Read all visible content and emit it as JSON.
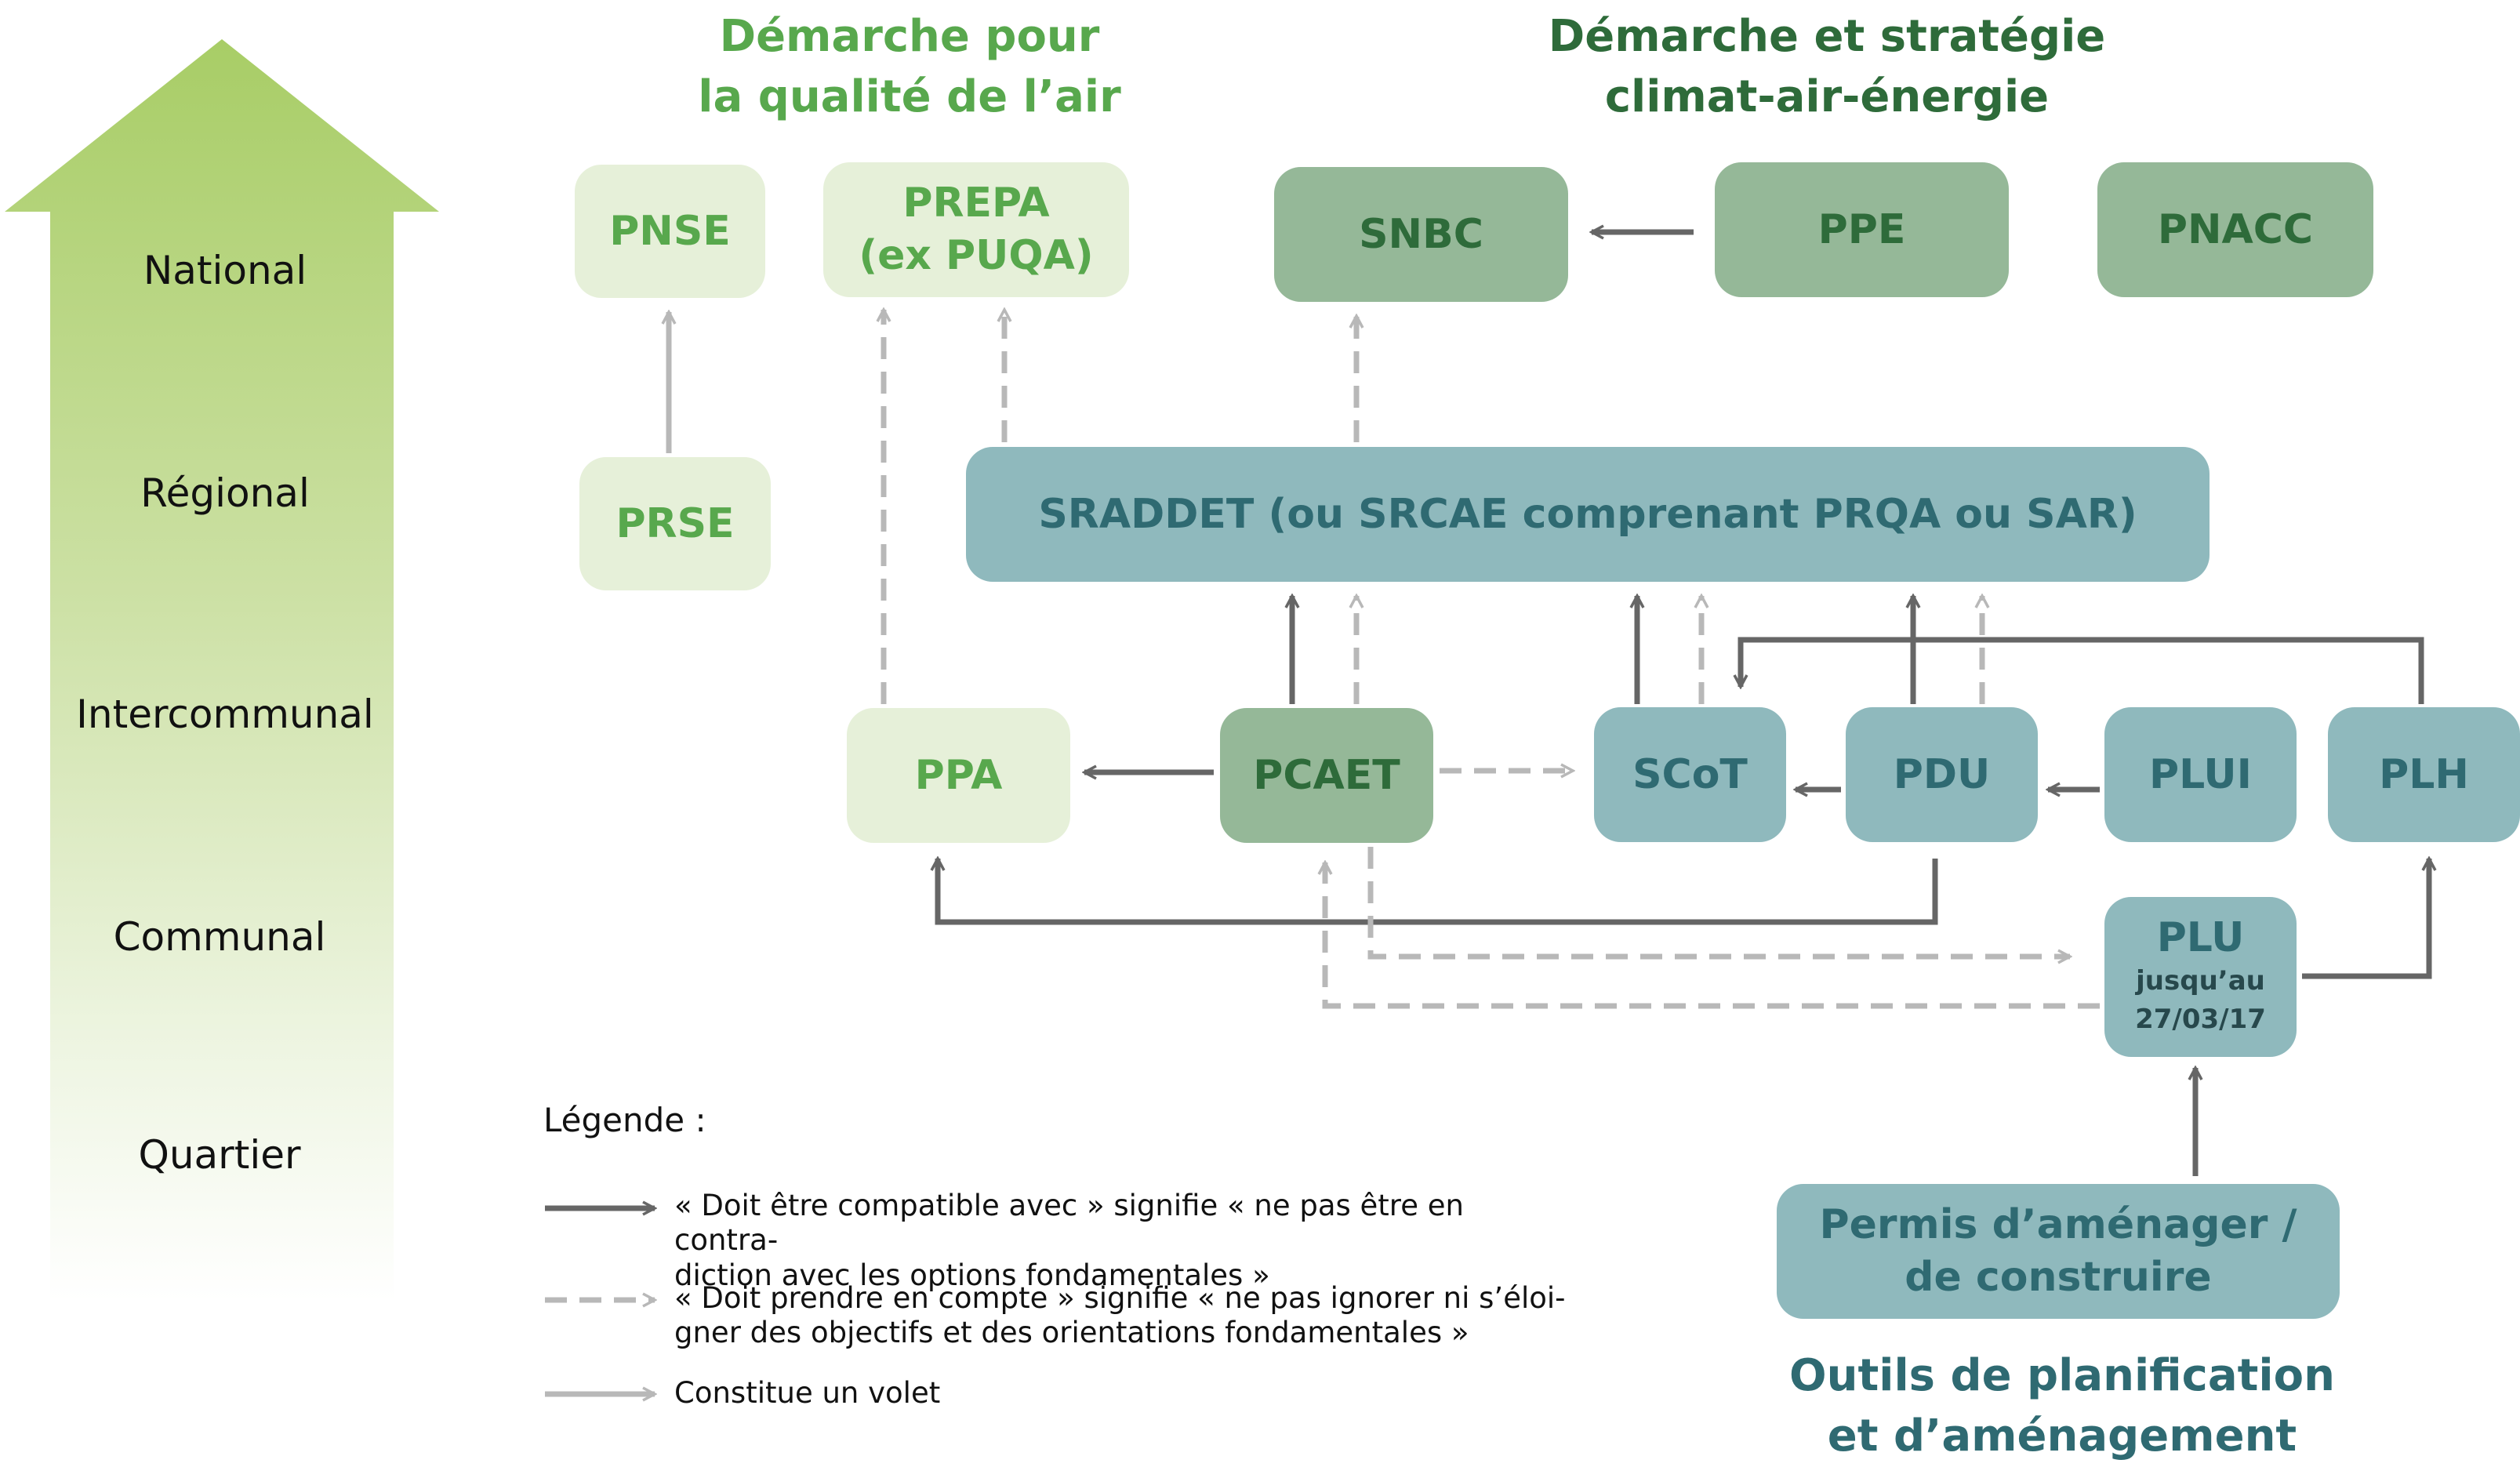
{
  "headings": {
    "air": "Démarche pour\nla qualité de l’air",
    "climat": "Démarche et stratégie\nclimat-air-énergie",
    "outils": "Outils de planification\net d’aménagement"
  },
  "levels": [
    "National",
    "Régional",
    "Intercommunal",
    "Communal",
    "Quartier"
  ],
  "boxes": {
    "pnse": "PNSE",
    "prepa": "PREPA\n(ex PUQA)",
    "snbc": "SNBC",
    "ppe": "PPE",
    "pnacc": "PNACC",
    "prse": "PRSE",
    "sraddet": "SRADDET (ou SRCAE comprenant PRQA ou SAR)",
    "ppa": "PPA",
    "pcaet": "PCAET",
    "scot": "SCoT",
    "pdu": "PDU",
    "plui": "PLUI",
    "plh": "PLH",
    "plu": "PLU",
    "plu_sub": "jusqu’au\n27/03/17",
    "permis": "Permis d’aménager /\nde construire"
  },
  "legend": {
    "title": "Légende  :",
    "compatible": "« Doit être compatible avec » signifie « ne pas être en contra-\ndiction avec les options fondamentales »",
    "compte": "« Doit prendre en compte » signifie « ne pas ignorer ni s’éloi-\ngner des objectifs et des orientations fondamentales »",
    "volet": "Constitue un volet"
  },
  "colors": {
    "air_fill": "#e6f0d9",
    "air_text": "#58a84d",
    "climat_fill": "#95b898",
    "climat_text": "#2e6b3a",
    "plan_fill": "#8fb9bd",
    "plan_text": "#2f6a72",
    "compatible_line": "#666666",
    "compte_line": "#b8b8b8",
    "volet_line": "#b8b8b8",
    "level_arrow_top": "#a8cd66"
  }
}
